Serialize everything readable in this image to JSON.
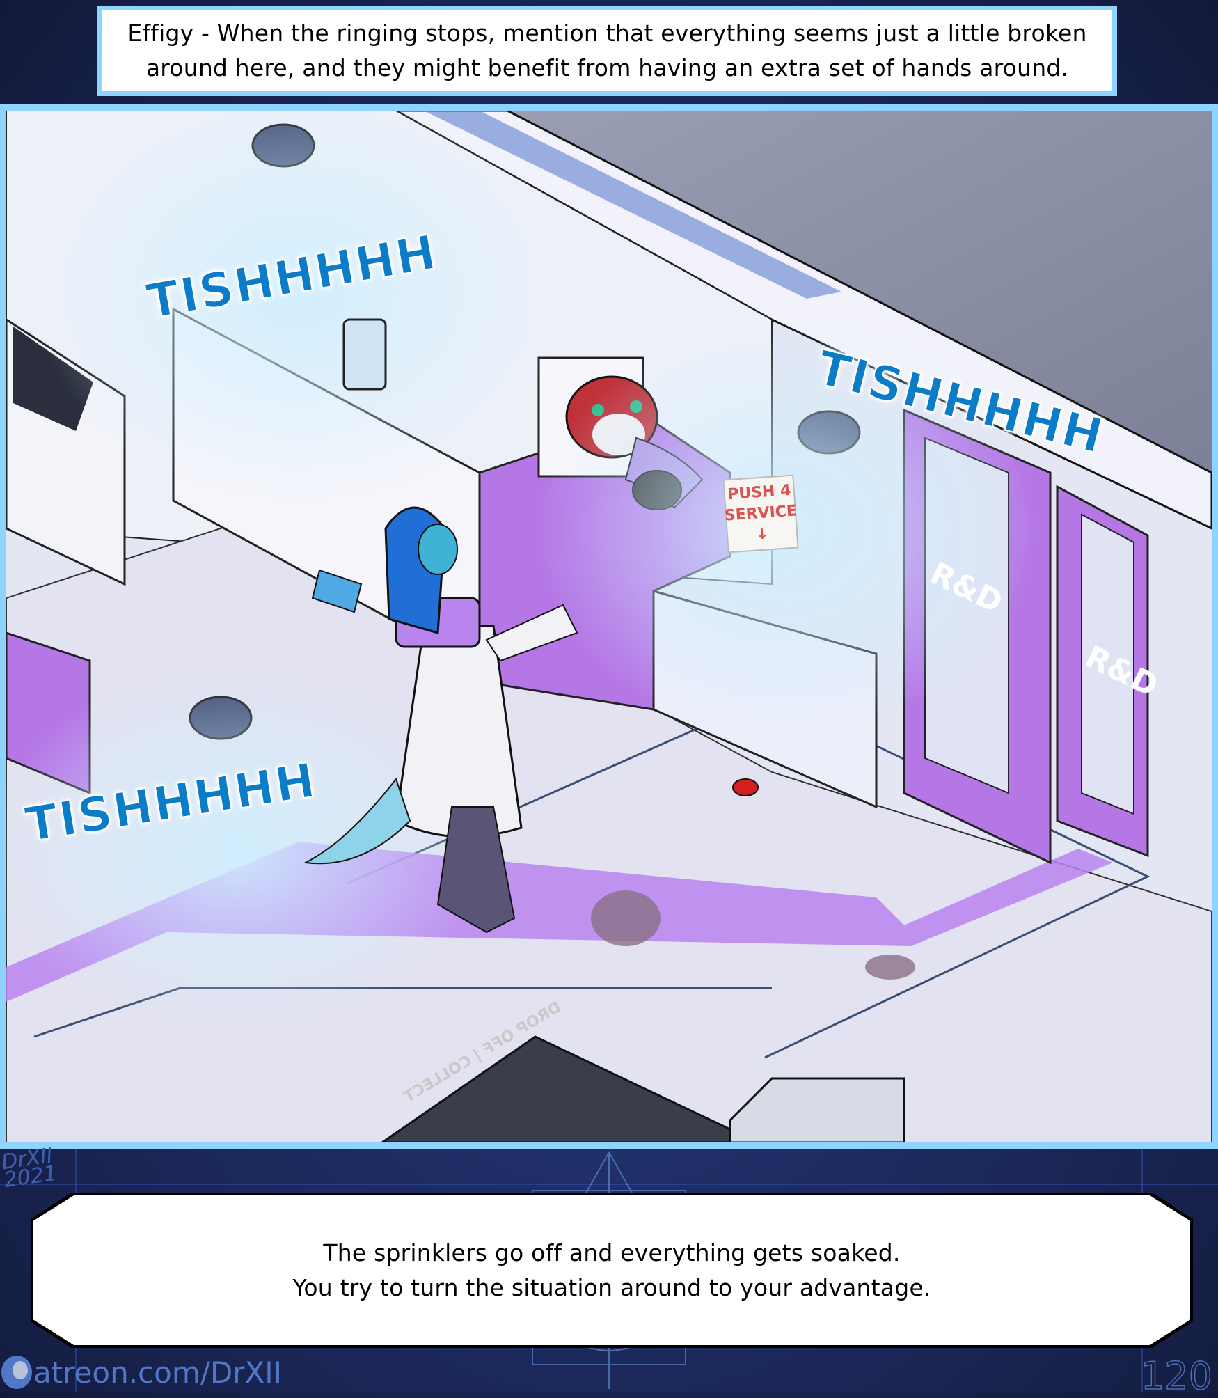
{
  "top_caption": {
    "lines": [
      "Effigy - When the ringing stops, mention that everything seems just a little broken",
      "around here, and they might benefit from having an extra set of hands around."
    ]
  },
  "panel": {
    "sound_effects": [
      "TISHHHHH",
      "TISHHHHH",
      "TISHHHHH"
    ],
    "service_sign": [
      "PUSH 4",
      "SERVICE",
      "↓"
    ],
    "door_labels": [
      "R&D",
      "R&D"
    ],
    "floor_label": "DROP OFF | COLLECT"
  },
  "bottom_caption": {
    "lines": [
      "The sprinklers go off and everything gets soaked.",
      "You try to turn the situation around to your advantage."
    ]
  },
  "footer": {
    "patreon_link": "atreon.com/DrXII",
    "page_number": "120",
    "signature": [
      "DrXII",
      "2021"
    ]
  },
  "colors": {
    "border": "#8fd3ff",
    "sfx": "#0a7cc8",
    "purple": "#a77be6",
    "background": "#1e2c63"
  }
}
